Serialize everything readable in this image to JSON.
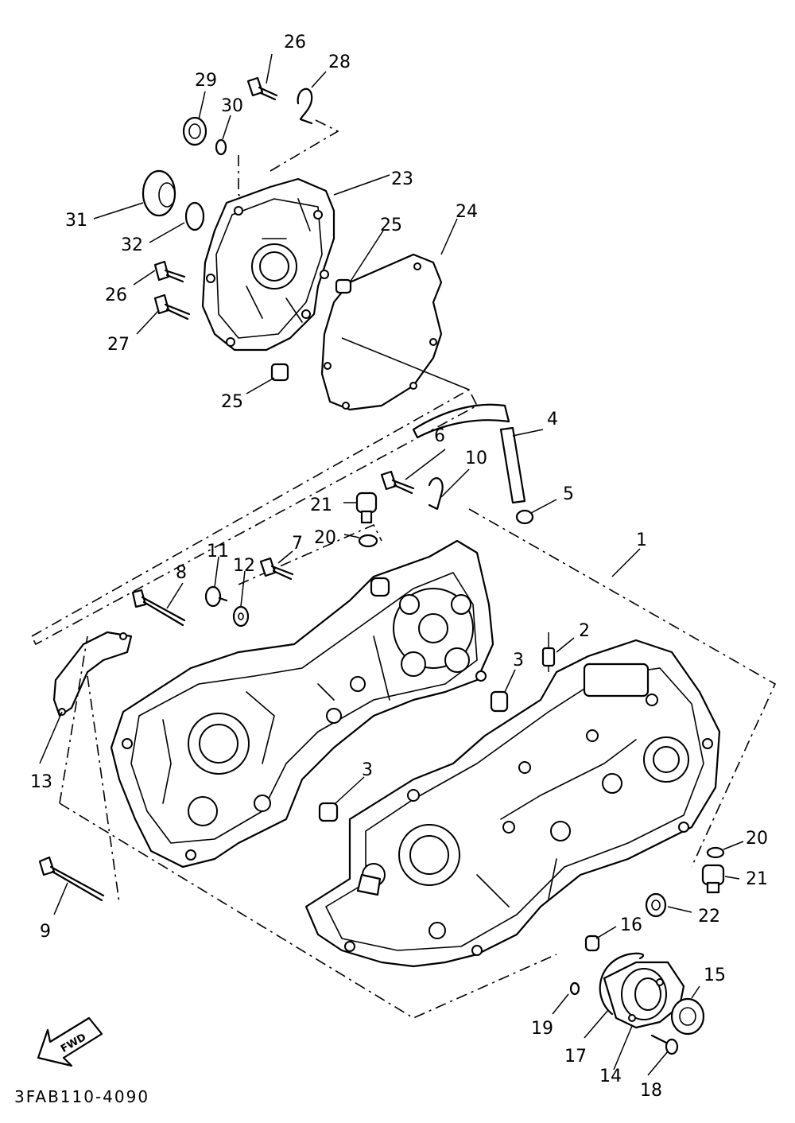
{
  "diagram_code": "3FAB110-4090",
  "direction_marker": "FWD",
  "callouts": {
    "c1": "1",
    "c2": "2",
    "c3a": "3",
    "c3b": "3",
    "c4": "4",
    "c5": "5",
    "c6": "6",
    "c7": "7",
    "c8": "8",
    "c9": "9",
    "c10": "10",
    "c11": "11",
    "c12": "12",
    "c13": "13",
    "c14": "14",
    "c15": "15",
    "c16": "16",
    "c17": "17",
    "c18": "18",
    "c19": "19",
    "c20a": "20",
    "c20b": "20",
    "c21a": "21",
    "c21b": "21",
    "c22": "22",
    "c23": "23",
    "c24": "24",
    "c25a": "25",
    "c25b": "25",
    "c26a": "26",
    "c26b": "26",
    "c27": "27",
    "c28": "28",
    "c29": "29",
    "c30": "30",
    "c31": "31",
    "c32": "32"
  }
}
